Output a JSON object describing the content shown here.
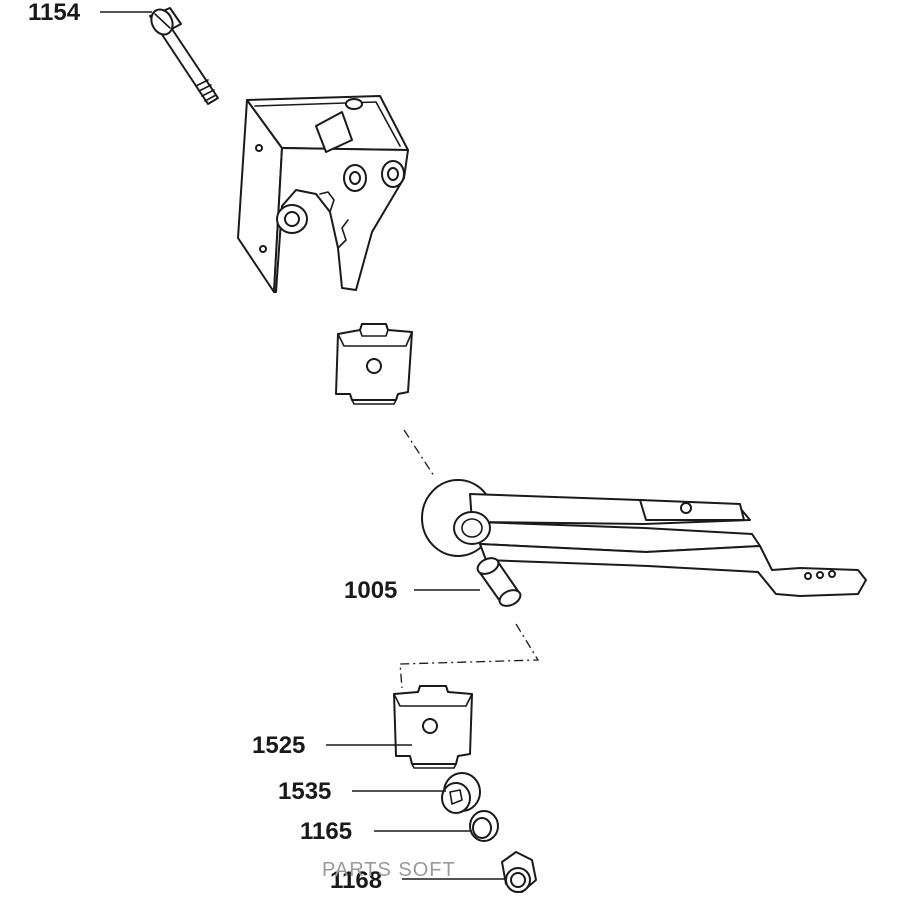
{
  "callouts": {
    "bolt": "1154",
    "pin": "1005",
    "lower_bracket": "1525",
    "bushing": "1535",
    "washer": "1165",
    "nut": "1168"
  },
  "watermark": "PARTS SOFT"
}
